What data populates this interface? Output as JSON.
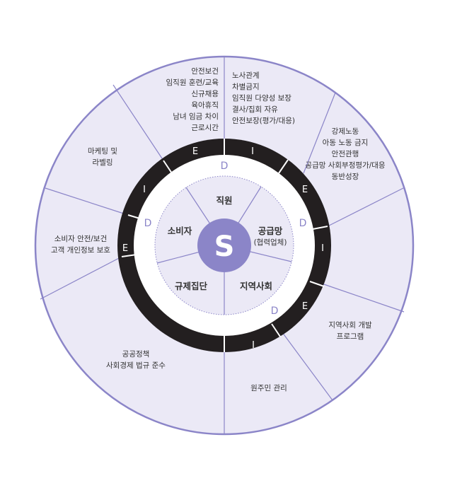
{
  "colors": {
    "outer_fill": "#ebe9f6",
    "outer_stroke": "#8b85c8",
    "ring_fill": "#231f20",
    "inner_fill": "#ffffff",
    "core_fill": "#ebe9f6",
    "center_fill": "#8b85c8",
    "d_letter": "#8b85c8"
  },
  "center": {
    "letter": "S"
  },
  "stakeholders": {
    "employees": {
      "label": "직원"
    },
    "suppliers": {
      "label": "공급망",
      "sub": "(협력업체)"
    },
    "community": {
      "label": "지역사회"
    },
    "regulators": {
      "label": "규제집단"
    },
    "consumers": {
      "label": "소비자"
    }
  },
  "ring_letters": {
    "e_top": "E",
    "i_top": "I",
    "e_upper_right": "E",
    "i_right": "I",
    "e_lower_right": "E",
    "i_bottom": "I",
    "i_upper_left": "I",
    "e_left": "E"
  },
  "d_letters": {
    "top": "D",
    "right": "D",
    "lower_right": "D",
    "left": "D"
  },
  "outer_segments": {
    "employee_top_left": [
      "안전보건",
      "임직원 훈련/교육",
      "신규채용",
      "육아휴직",
      "남녀 임금 차이",
      "근로시간"
    ],
    "employee_top_right": [
      "노사관계",
      "차별금지",
      "임직원 다양성 보장",
      "결사/집회 자유",
      "안전보장(평가/대응)"
    ],
    "supply_chain": [
      "강제노동",
      "아동 노동 금지",
      "안전관행",
      "공급망 사회부정평가/대응",
      "동반성장"
    ],
    "community_dev": [
      "지역사회 개발",
      "프로그램"
    ],
    "indigenous": [
      "원주민 관리"
    ],
    "public_policy": [
      "공공정책",
      "사회경제 법규 준수"
    ],
    "consumer_safety": [
      "소비자 안전/보건",
      "고객 개인정보 보호"
    ],
    "marketing": [
      "마케팅 및",
      "라벨링"
    ]
  }
}
